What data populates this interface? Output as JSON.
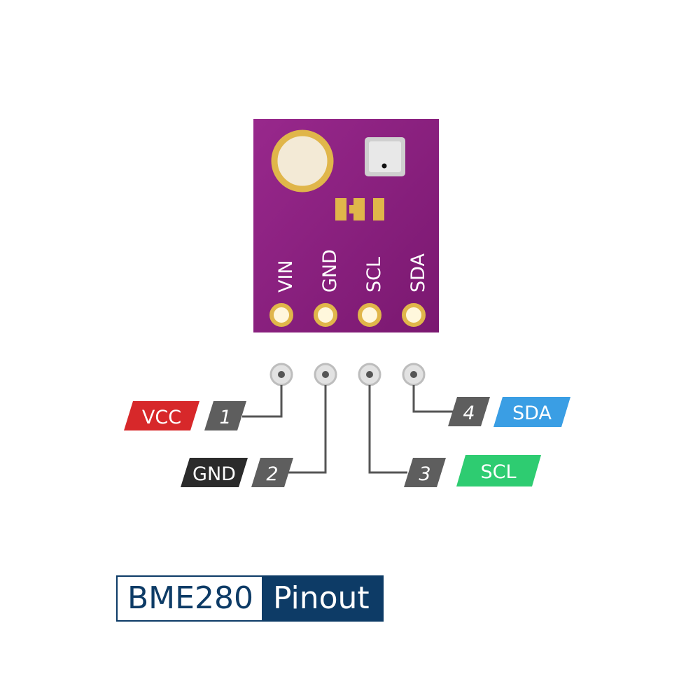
{
  "board": {
    "color": "#8a1f7e",
    "pad_color": "#e0b64a",
    "pin_labels": [
      "VIN",
      "GND",
      "SCL",
      "SDA"
    ]
  },
  "pins": [
    {
      "number": "1",
      "function": "VCC",
      "color": "#d7282a"
    },
    {
      "number": "2",
      "function": "GND",
      "color": "#2b2b2b"
    },
    {
      "number": "3",
      "function": "SCL",
      "color": "#2ecc71"
    },
    {
      "number": "4",
      "function": "SDA",
      "color": "#3a9ee4"
    }
  ],
  "badge_color": "#5e5e5e",
  "title": {
    "part": "BME280",
    "word": "Pinout",
    "color": "#0d3b66"
  }
}
